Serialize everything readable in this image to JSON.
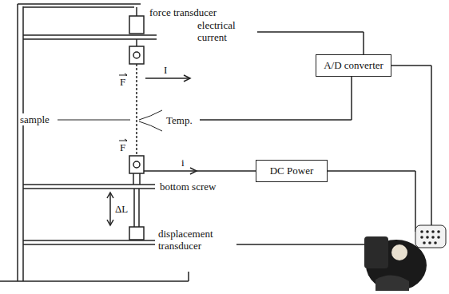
{
  "diagram": {
    "nodes": [
      {
        "text": [
          "A/D converter"
        ]
      },
      {
        "text": [
          "DC Power"
        ]
      }
    ],
    "labels": [
      "force transducer",
      "electrical current",
      "I",
      "F",
      "sample",
      "Temp.",
      "F",
      "i",
      "bottom screw",
      "ΔL",
      "displacement transducer"
    ]
  }
}
